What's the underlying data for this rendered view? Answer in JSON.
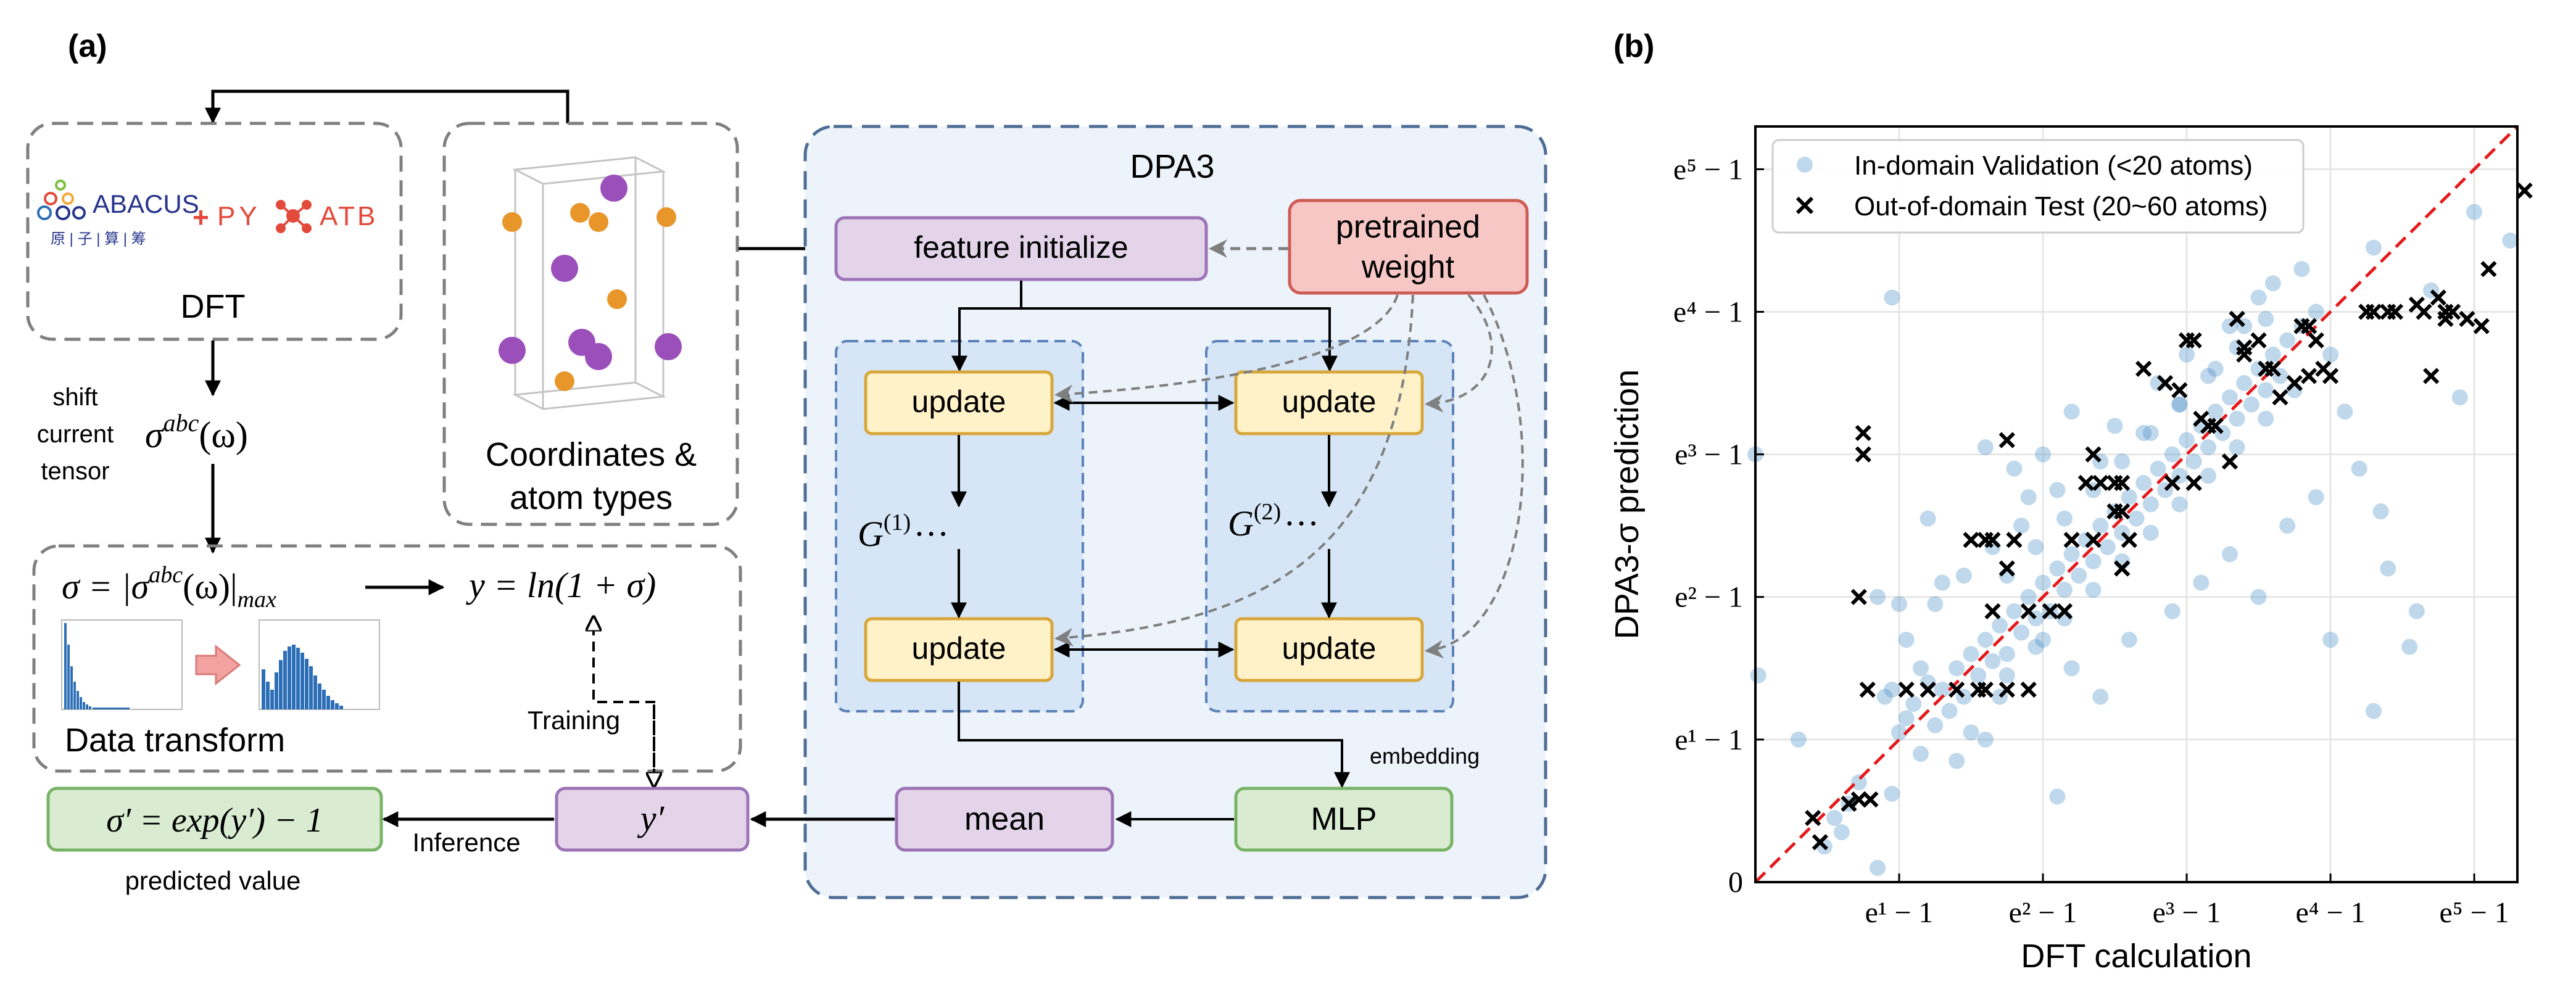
{
  "colors": {
    "dashed_gray": "#7f7f7f",
    "dpa3_fill": "#edf3fa",
    "dpa3_border": "#4e6d94",
    "group_fill": "#d6e6f7",
    "group_border": "#5b82b8",
    "purple_fill": "#e3d4ea",
    "purple_border": "#9c73b5",
    "yellow_fill": "#fff2c9",
    "yellow_border": "#d8a73b",
    "red_fill": "#f6c7c5",
    "red_border": "#cf5b55",
    "green_fill": "#d9ecd2",
    "green_border": "#77b365",
    "scatter_blue": "#4a90c8",
    "diag_red": "#e41a1c",
    "abacus_blue": "#26348c",
    "logo_red": "#e24a3b",
    "atom_orange": "#e8962a",
    "atom_purple": "#9b4fbb"
  },
  "panel_a": {
    "label": "(a)",
    "logos": {
      "abacus": "ABACUS",
      "abacus_cn": "原 | 子 | 算 | 筹",
      "plus": "+",
      "pyatb_left": "PY",
      "pyatb_right": "ATB"
    },
    "dft_label": "DFT",
    "structure_label_line1": "Coordinates &",
    "structure_label_line2": "atom types",
    "shift_current_tensor": [
      "shift",
      "current",
      "tensor"
    ],
    "sigma_abc": {
      "base": "σ",
      "sup": "abc",
      "arg": "(ω)"
    },
    "eq_sigma": {
      "lhs": "σ = |σ",
      "sup": "abc",
      "mid": "(ω)|",
      "sub": "max"
    },
    "eq_y": {
      "text": "y = ln(1 + σ)"
    },
    "data_transform": "Data transform",
    "training": "Training",
    "inference": "Inference",
    "predicted_value": "predicted value",
    "eq_sigma_prime": {
      "lhs": "σ′ = exp",
      "rest": "(y′) − 1"
    },
    "y_prime": "y′",
    "dpa3": {
      "title": "DPA3",
      "feature_initialize": "feature initialize",
      "pretrained_line1": "pretrained",
      "pretrained_line2": "weight",
      "update": "update",
      "g1": {
        "base": "G",
        "sup": "(1)",
        "dots": "···"
      },
      "g2": {
        "base": "G",
        "sup": "(2)",
        "dots": "···"
      },
      "embedding": "embedding",
      "mlp": "MLP",
      "mean": "mean"
    }
  },
  "panel_b": {
    "label": "(b)"
  },
  "chart_data": {
    "type": "scatter",
    "title": "",
    "xlabel": "DFT calculation",
    "ylabel": "DPA3-σ prediction",
    "scale": "log(1+v)",
    "axis_limits_ln": [
      0,
      5.3
    ],
    "x_ticks": [
      {
        "v": 1,
        "label": "e¹ − 1"
      },
      {
        "v": 2,
        "label": "e² − 1"
      },
      {
        "v": 3,
        "label": "e³ − 1"
      },
      {
        "v": 4,
        "label": "e⁴ − 1"
      },
      {
        "v": 5,
        "label": "e⁵ − 1"
      }
    ],
    "y_ticks": [
      {
        "v": 0,
        "label": "0"
      },
      {
        "v": 1,
        "label": "e¹ − 1"
      },
      {
        "v": 2,
        "label": "e² − 1"
      },
      {
        "v": 3,
        "label": "e³ − 1"
      },
      {
        "v": 4,
        "label": "e⁴ − 1"
      },
      {
        "v": 5,
        "label": "e⁵ − 1"
      }
    ],
    "grid": true,
    "diagonal_reference": true,
    "legend_position": "top-left",
    "series": [
      {
        "name": "In-domain Validation (<20 atoms)",
        "marker": "circle",
        "points": [
          [
            0.02,
            1.45
          ],
          [
            0.3,
            1.0
          ],
          [
            0.6,
            0.35
          ],
          [
            0.48,
            0.25
          ],
          [
            0.55,
            0.45
          ],
          [
            0.65,
            0.55
          ],
          [
            0.72,
            0.7
          ],
          [
            0.9,
            1.3
          ],
          [
            0.95,
            0.62
          ],
          [
            1.0,
            1.05
          ],
          [
            1.05,
            1.15
          ],
          [
            1.1,
            1.25
          ],
          [
            1.15,
            0.9
          ],
          [
            1.2,
            1.4
          ],
          [
            1.25,
            1.1
          ],
          [
            1.3,
            1.35
          ],
          [
            1.35,
            1.2
          ],
          [
            1.4,
            1.5
          ],
          [
            1.45,
            1.3
          ],
          [
            1.5,
            1.6
          ],
          [
            1.55,
            1.45
          ],
          [
            1.6,
            1.7
          ],
          [
            1.65,
            1.55
          ],
          [
            1.7,
            1.8
          ],
          [
            1.75,
            1.6
          ],
          [
            1.8,
            1.9
          ],
          [
            1.85,
            1.75
          ],
          [
            1.9,
            2.0
          ],
          [
            1.95,
            1.85
          ],
          [
            2.0,
            2.1
          ],
          [
            2.05,
            1.9
          ],
          [
            2.1,
            2.2
          ],
          [
            2.15,
            2.05
          ],
          [
            2.2,
            2.3
          ],
          [
            2.25,
            2.15
          ],
          [
            2.3,
            2.4
          ],
          [
            2.35,
            2.25
          ],
          [
            2.4,
            2.5
          ],
          [
            2.45,
            2.35
          ],
          [
            2.5,
            2.6
          ],
          [
            2.55,
            2.45
          ],
          [
            2.6,
            2.7
          ],
          [
            2.65,
            2.55
          ],
          [
            2.7,
            2.8
          ],
          [
            2.75,
            2.65
          ],
          [
            2.8,
            2.9
          ],
          [
            2.85,
            2.75
          ],
          [
            2.9,
            3.0
          ],
          [
            2.95,
            2.85
          ],
          [
            3.0,
            3.1
          ],
          [
            3.05,
            2.95
          ],
          [
            3.1,
            3.2
          ],
          [
            3.15,
            3.05
          ],
          [
            3.2,
            3.3
          ],
          [
            3.25,
            3.15
          ],
          [
            3.3,
            3.4
          ],
          [
            3.35,
            3.25
          ],
          [
            3.4,
            3.5
          ],
          [
            3.45,
            3.35
          ],
          [
            3.5,
            3.6
          ],
          [
            3.55,
            3.45
          ],
          [
            3.6,
            3.7
          ],
          [
            3.65,
            3.55
          ],
          [
            3.7,
            3.8
          ],
          [
            3.8,
            3.9
          ],
          [
            3.9,
            4.0
          ],
          [
            4.0,
            3.7
          ],
          [
            4.1,
            3.3
          ],
          [
            4.2,
            2.9
          ],
          [
            4.35,
            2.6
          ],
          [
            4.4,
            2.2
          ],
          [
            4.0,
            1.7
          ],
          [
            4.3,
            1.2
          ],
          [
            4.55,
            1.65
          ],
          [
            4.6,
            1.9
          ],
          [
            4.3,
            4.45
          ],
          [
            4.7,
            4.15
          ],
          [
            5.0,
            4.7
          ],
          [
            5.25,
            4.5
          ],
          [
            3.6,
            4.2
          ],
          [
            3.8,
            4.3
          ],
          [
            3.3,
            3.9
          ],
          [
            3.0,
            3.7
          ],
          [
            2.8,
            3.5
          ],
          [
            2.5,
            3.2
          ],
          [
            2.2,
            3.3
          ],
          [
            2.0,
            3.0
          ],
          [
            1.8,
            2.9
          ],
          [
            1.9,
            2.7
          ],
          [
            1.6,
            3.05
          ],
          [
            1.2,
            2.55
          ],
          [
            1.3,
            2.1
          ],
          [
            1.0,
            1.95
          ],
          [
            0.85,
            2.0
          ],
          [
            2.4,
            1.3
          ],
          [
            2.6,
            1.7
          ],
          [
            2.9,
            1.9
          ],
          [
            3.1,
            2.1
          ],
          [
            3.3,
            2.3
          ],
          [
            3.5,
            2.0
          ],
          [
            3.7,
            2.5
          ],
          [
            3.9,
            2.7
          ],
          [
            2.2,
            1.5
          ],
          [
            2.0,
            1.7
          ],
          [
            1.7,
            1.3
          ],
          [
            1.5,
            1.05
          ],
          [
            1.4,
            0.85
          ],
          [
            2.1,
            0.6
          ],
          [
            1.6,
            1.0
          ],
          [
            3.4,
            3.9
          ],
          [
            3.5,
            4.1
          ],
          [
            3.2,
            3.6
          ],
          [
            2.95,
            3.35
          ],
          [
            2.7,
            3.15
          ],
          [
            2.4,
            2.95
          ],
          [
            2.1,
            2.75
          ],
          [
            1.85,
            2.5
          ],
          [
            1.65,
            2.35
          ],
          [
            1.45,
            2.15
          ],
          [
            1.25,
            1.95
          ],
          [
            1.05,
            1.7
          ],
          [
            1.15,
            1.5
          ],
          [
            0.95,
            1.35
          ],
          [
            0.85,
            0.1
          ],
          [
            0.0,
            3.0
          ],
          [
            0.95,
            4.1
          ],
          [
            4.9,
            3.4
          ],
          [
            1.75,
            2.15
          ],
          [
            1.95,
            2.35
          ],
          [
            2.15,
            2.55
          ],
          [
            2.35,
            2.75
          ],
          [
            2.55,
            2.95
          ],
          [
            2.75,
            3.15
          ],
          [
            2.95,
            3.35
          ],
          [
            3.15,
            3.55
          ],
          [
            3.35,
            3.75
          ],
          [
            3.55,
            3.95
          ],
          [
            1.75,
            1.45
          ],
          [
            1.95,
            1.65
          ],
          [
            2.15,
            1.85
          ],
          [
            2.35,
            2.05
          ],
          [
            2.55,
            2.25
          ],
          [
            2.75,
            2.45
          ],
          [
            2.95,
            2.65
          ],
          [
            3.15,
            2.85
          ],
          [
            3.35,
            3.05
          ],
          [
            3.55,
            3.25
          ],
          [
            3.75,
            3.45
          ]
        ]
      },
      {
        "name": "Out-of-domain Test (20~60 atoms)",
        "marker": "x",
        "points": [
          [
            0.4,
            0.45
          ],
          [
            0.45,
            0.28
          ],
          [
            0.65,
            0.55
          ],
          [
            0.72,
            0.58
          ],
          [
            0.8,
            0.58
          ],
          [
            0.78,
            1.35
          ],
          [
            0.72,
            2.0
          ],
          [
            0.75,
            3.0
          ],
          [
            0.75,
            3.15
          ],
          [
            1.05,
            1.35
          ],
          [
            1.2,
            1.35
          ],
          [
            1.5,
            2.4
          ],
          [
            1.6,
            2.4
          ],
          [
            1.65,
            2.4
          ],
          [
            1.6,
            1.35
          ],
          [
            1.55,
            1.35
          ],
          [
            1.4,
            1.35
          ],
          [
            1.75,
            1.35
          ],
          [
            1.9,
            1.35
          ],
          [
            1.8,
            2.4
          ],
          [
            1.9,
            1.9
          ],
          [
            1.65,
            1.9
          ],
          [
            1.75,
            2.2
          ],
          [
            1.75,
            3.1
          ],
          [
            2.05,
            1.9
          ],
          [
            2.15,
            1.9
          ],
          [
            2.2,
            2.4
          ],
          [
            2.35,
            2.4
          ],
          [
            2.3,
            2.8
          ],
          [
            2.35,
            3.0
          ],
          [
            2.4,
            2.8
          ],
          [
            2.5,
            2.8
          ],
          [
            2.55,
            2.8
          ],
          [
            2.5,
            2.6
          ],
          [
            2.55,
            2.6
          ],
          [
            2.55,
            2.2
          ],
          [
            2.55,
            2.2
          ],
          [
            2.6,
            2.4
          ],
          [
            2.7,
            3.6
          ],
          [
            2.85,
            3.5
          ],
          [
            2.95,
            3.45
          ],
          [
            2.9,
            2.8
          ],
          [
            3.0,
            3.8
          ],
          [
            3.05,
            2.8
          ],
          [
            3.05,
            3.8
          ],
          [
            3.15,
            3.2
          ],
          [
            3.2,
            3.2
          ],
          [
            3.35,
            3.95
          ],
          [
            3.35,
            3.95
          ],
          [
            3.4,
            3.75
          ],
          [
            3.4,
            3.7
          ],
          [
            3.5,
            3.8
          ],
          [
            3.55,
            3.6
          ],
          [
            3.6,
            3.6
          ],
          [
            3.65,
            3.4
          ],
          [
            3.75,
            3.5
          ],
          [
            3.85,
            3.55
          ],
          [
            3.85,
            3.9
          ],
          [
            3.8,
            3.9
          ],
          [
            3.9,
            3.8
          ],
          [
            3.95,
            3.6
          ],
          [
            4.0,
            3.55
          ],
          [
            4.25,
            4.0
          ],
          [
            4.3,
            4.0
          ],
          [
            4.4,
            4.0
          ],
          [
            4.45,
            4.0
          ],
          [
            4.6,
            4.05
          ],
          [
            4.65,
            4.0
          ],
          [
            4.75,
            4.1
          ],
          [
            4.8,
            4.0
          ],
          [
            4.7,
            3.55
          ],
          [
            4.8,
            3.95
          ],
          [
            4.85,
            4.0
          ],
          [
            4.95,
            3.95
          ],
          [
            5.05,
            3.9
          ],
          [
            5.1,
            4.3
          ],
          [
            5.35,
            4.85
          ],
          [
            3.1,
            3.25
          ],
          [
            3.3,
            2.95
          ]
        ]
      }
    ]
  }
}
